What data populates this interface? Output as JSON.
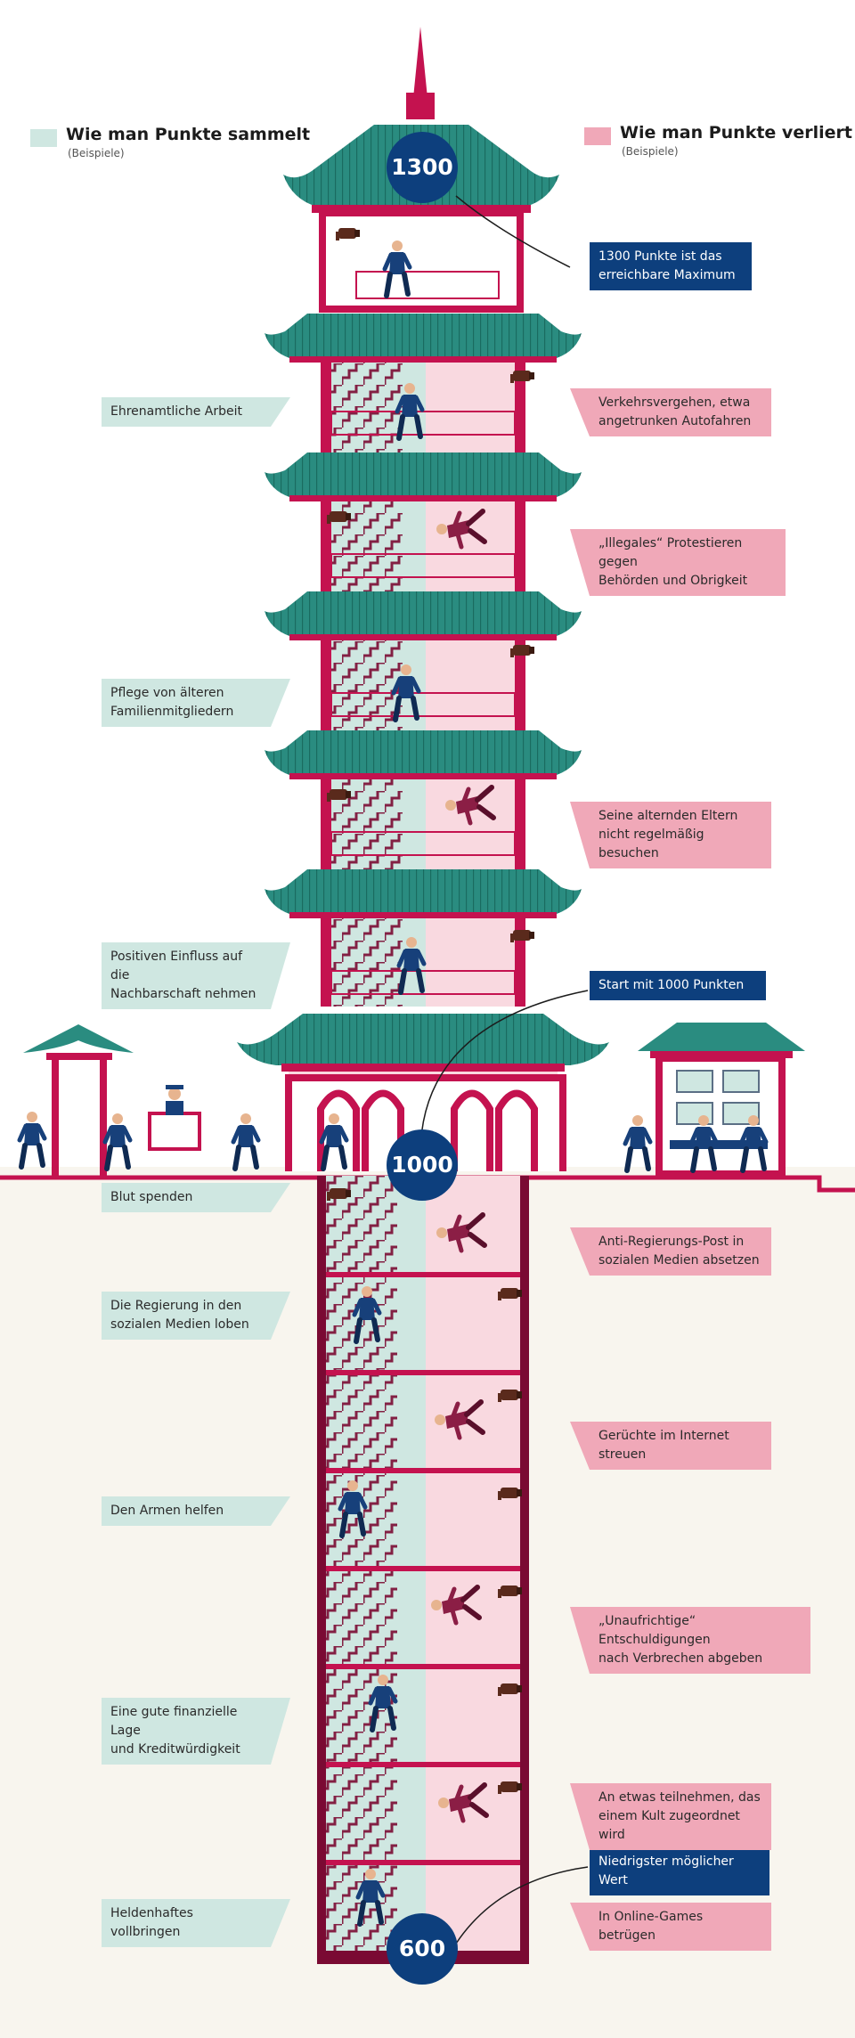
{
  "legend": {
    "collect": {
      "title": "Wie man Punkte sammelt",
      "sub": "(Beispiele)",
      "color": "#cfe7e1"
    },
    "lose": {
      "title": "Wie man Punkte verliert",
      "sub": "(Beispiele)",
      "color": "#f0a8b8"
    }
  },
  "badges": {
    "max": "1300",
    "start": "1000",
    "min": "600"
  },
  "notes": {
    "max": "1300 Punkte ist das\nerreichbare Maximum",
    "start": "Start mit 1000 Punkten",
    "min": "Niedrigster möglicher Wert"
  },
  "collect_items": [
    "Ehrenamtliche Arbeit",
    "Pflege von älteren\nFamilienmitgliedern",
    "Positiven Einfluss auf die\nNachbarschaft nehmen",
    "Blut spenden",
    "Die Regierung in den\nsozialen Medien loben",
    "Den Armen helfen",
    "Eine gute finanzielle Lage\nund Kreditwürdigkeit",
    "Heldenhaftes vollbringen"
  ],
  "lose_items": [
    "Verkehrsvergehen, etwa\nangetrunken Autofahren",
    "„Illegales“ Protestieren gegen\nBehörden und Obrigkeit",
    "Seine alternden Eltern\nnicht regelmäßig besuchen",
    "Anti-Regierungs-Post in\nsozialen Medien absetzen",
    "Gerüchte im Internet\nstreuen",
    "„Unaufrichtige“ Entschuldigungen\nnach Verbrechen abgeben",
    "An etwas teilnehmen, das\neinem Kult zugeordnet wird",
    "In Online-Games betrügen"
  ],
  "colors": {
    "crimson": "#c4124f",
    "dark_crimson": "#7a0a33",
    "teal": "#2a8c80",
    "teal_dark": "#1a6b60",
    "mint": "#cfe7e1",
    "blush": "#f9d9e0",
    "navy": "#0d3f7d",
    "ground": "#f8f5ee"
  },
  "icons": {
    "figure": "climbing-person-icon",
    "camera": "surveillance-camera-icon",
    "police": "police-officer-icon"
  }
}
